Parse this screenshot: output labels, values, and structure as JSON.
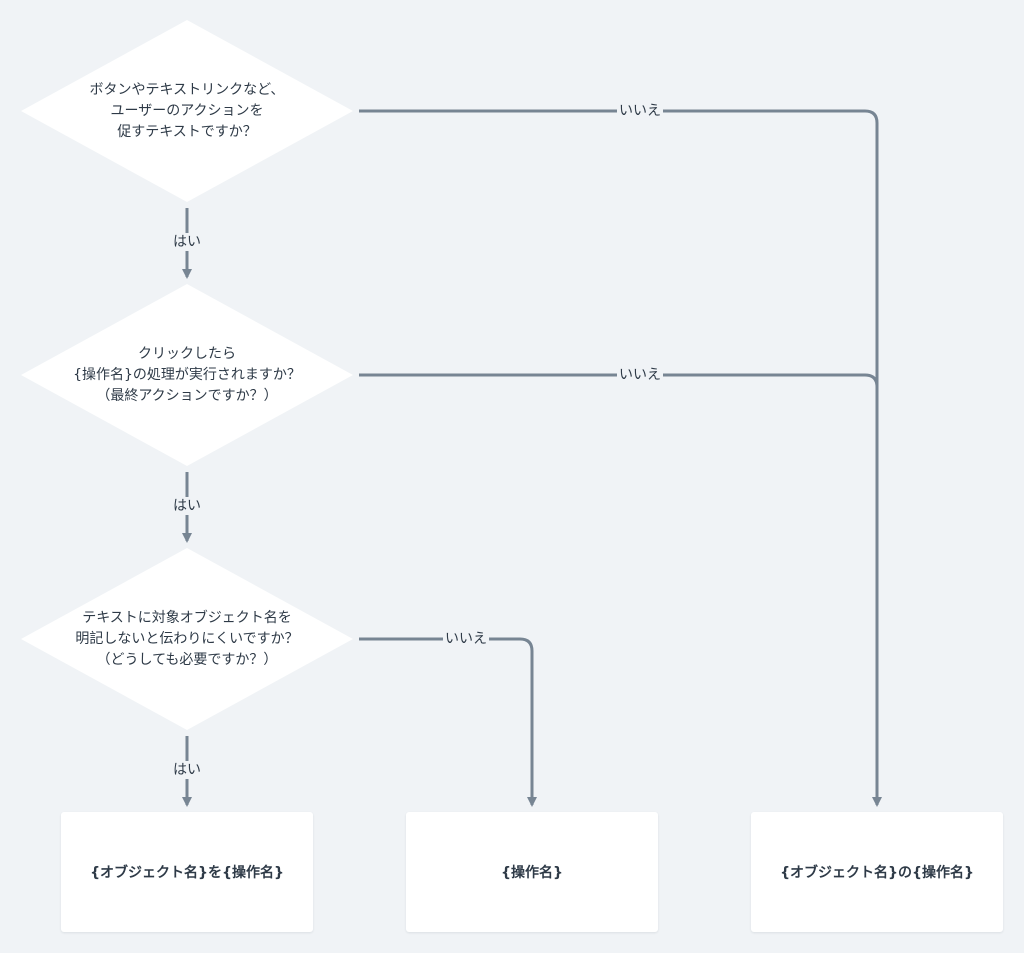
{
  "questions": [
    {
      "lines": [
        "ボタンやテキストリンクなど、",
        "ユーザーのアクションを",
        "促すテキストですか？"
      ]
    },
    {
      "lines": [
        "クリックしたら",
        "{操作名}の処理が実行されますか？",
        "（最終アクションですか？）"
      ]
    },
    {
      "lines": [
        "テキストに対象オブジェクト名を",
        "明記しないと伝わりにくいですか？",
        "（どうしても必要ですか？）"
      ]
    }
  ],
  "edge_labels": {
    "yes": "はい",
    "no": "いいえ"
  },
  "results": [
    {
      "text": "{オブジェクト名}を{操作名}"
    },
    {
      "text": "{操作名}"
    },
    {
      "text": "{オブジェクト名}の{操作名}"
    }
  ],
  "colors": {
    "background": "#f0f3f6",
    "connector": "#778593",
    "node_fill": "#ffffff",
    "text": "#2e3a47"
  }
}
